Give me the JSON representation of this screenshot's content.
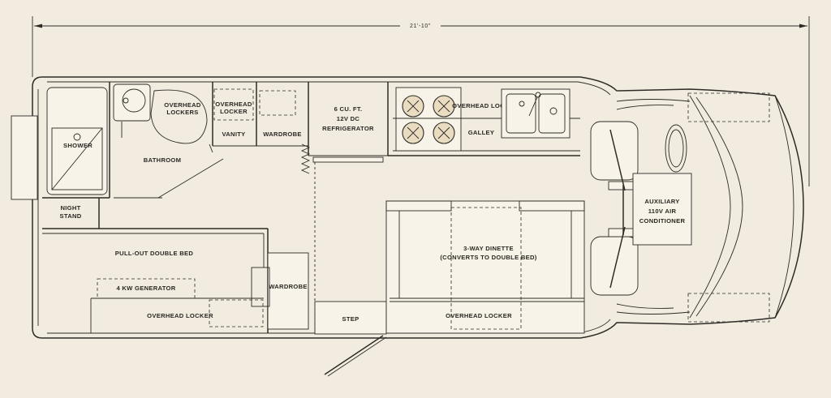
{
  "overall_length": "21'-10\"",
  "rooms": {
    "shower": "SHOWER",
    "bathroom": "BATHROOM",
    "overhead_lockers_bath": [
      "OVERHEAD",
      "LOCKERS"
    ],
    "overhead_locker_vanity": [
      "OVERHEAD",
      "LOCKER"
    ],
    "vanity": "VANITY",
    "wardrobe_top": "WARDROBE",
    "refrigerator": [
      "6 CU. FT.",
      "12V DC",
      "REFRIGERATOR"
    ],
    "overhead_locker_galley": "OVERHEAD LOCKER",
    "galley": "GALLEY",
    "auxiliary_ac": [
      "AUXILIARY",
      "110V AIR",
      "CONDITIONER"
    ],
    "night_stand": [
      "NIGHT",
      "STAND"
    ],
    "bed": "PULL-OUT DOUBLE BED",
    "generator": "4 KW GENERATOR",
    "overhead_locker_bed": "OVERHEAD LOCKER",
    "wardrobe_bottom": "WARDROBE",
    "step": "STEP",
    "dinette": [
      "3-WAY DINETTE",
      "(CONVERTS TO DOUBLE BED)"
    ],
    "overhead_locker_dinette": "OVERHEAD LOCKER"
  }
}
